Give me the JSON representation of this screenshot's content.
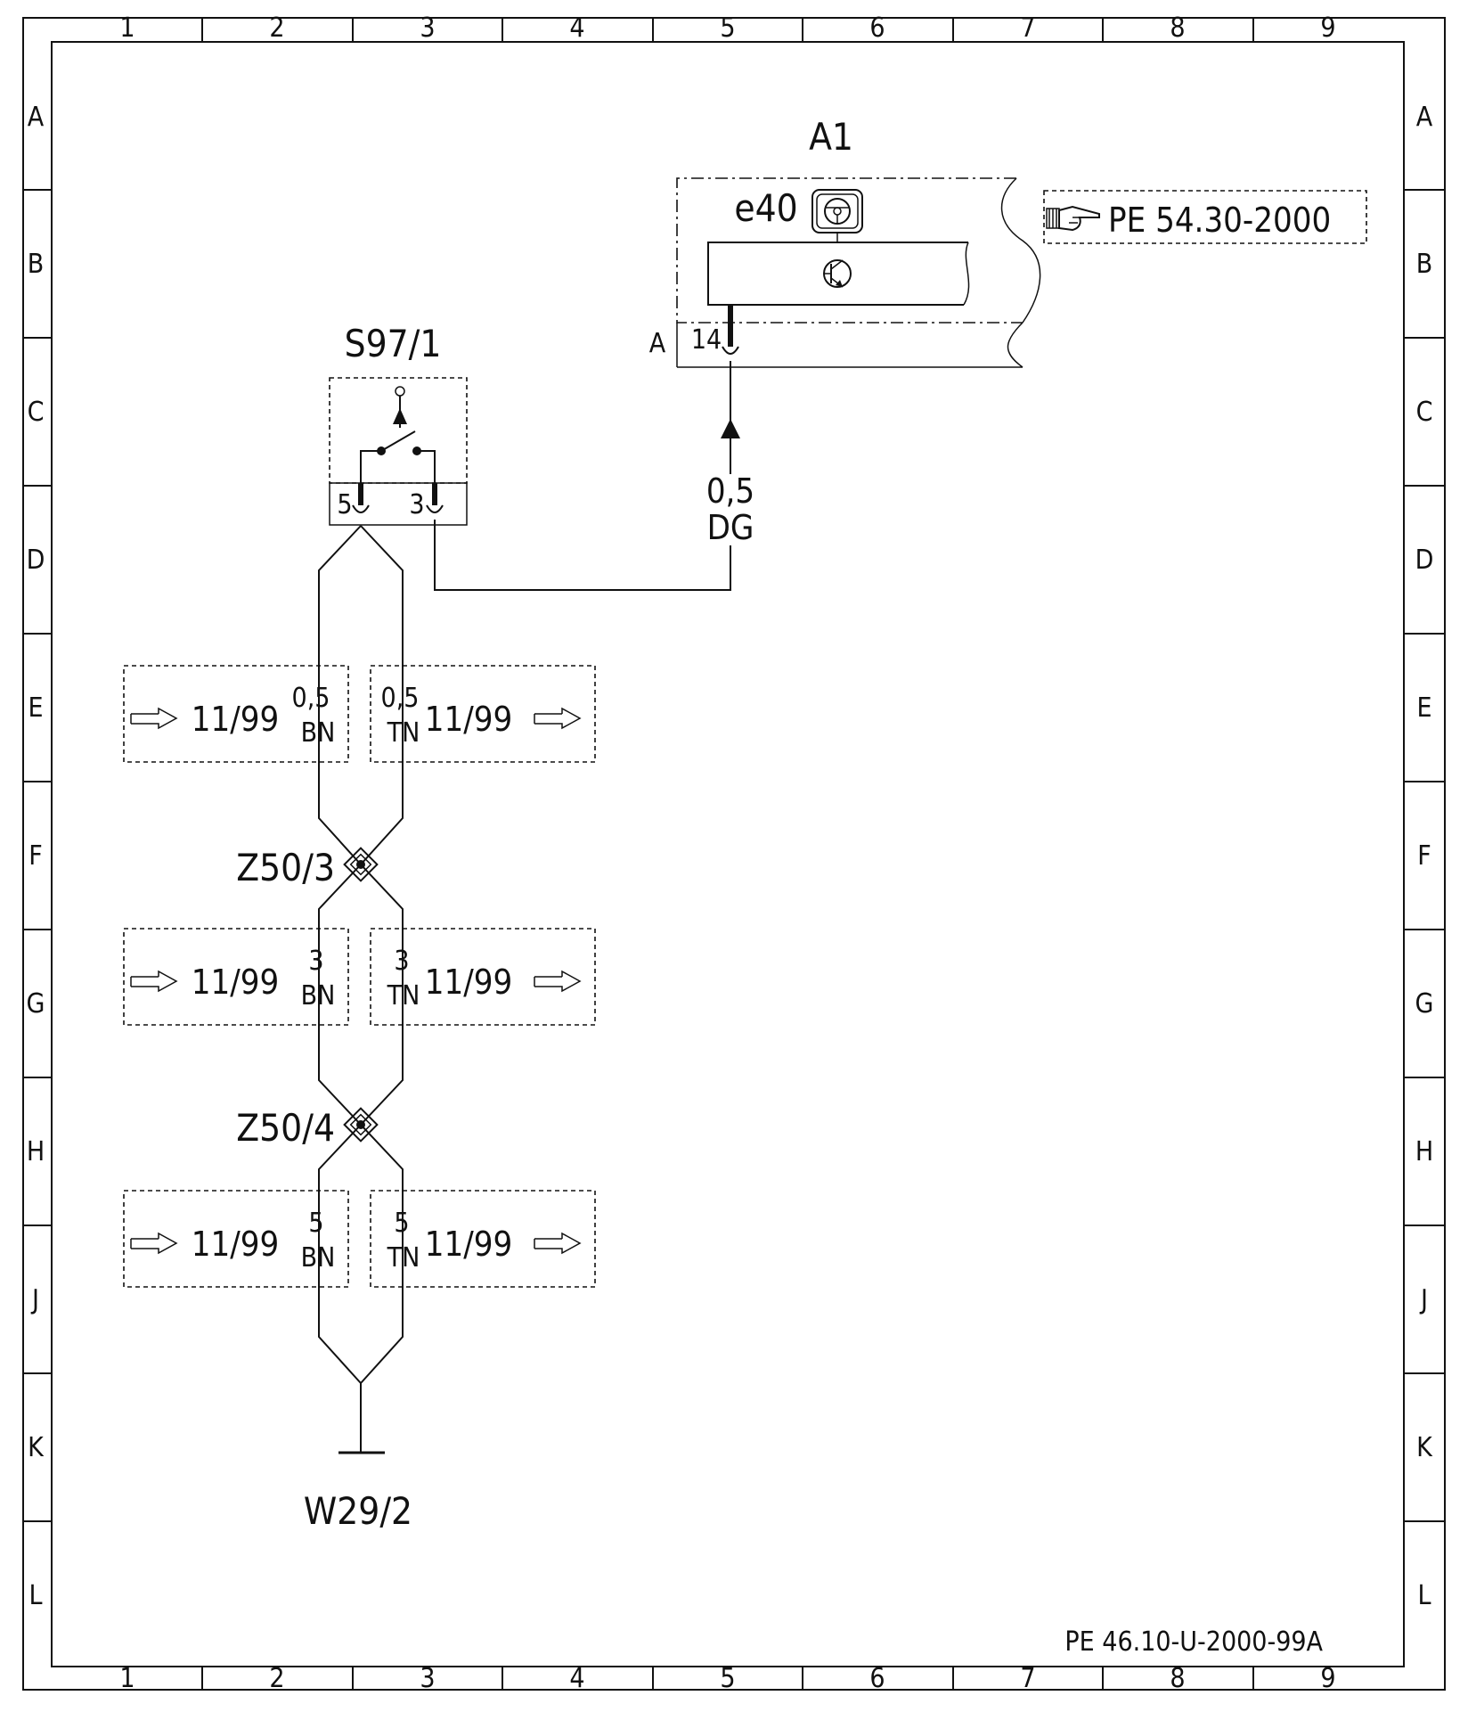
{
  "frame": {
    "columns": [
      "1",
      "2",
      "3",
      "4",
      "5",
      "6",
      "7",
      "8",
      "9"
    ],
    "rows": [
      "A",
      "B",
      "C",
      "D",
      "E",
      "F",
      "G",
      "H",
      "J",
      "K",
      "L"
    ]
  },
  "module": {
    "name": "A1",
    "indicator": "e40",
    "connector": "A",
    "pin": "14"
  },
  "reference": {
    "text": "PE 54.30-2000"
  },
  "switch": {
    "name": "S97/1",
    "pin_left": "5",
    "pin_right": "3"
  },
  "wire_dg": {
    "size": "0,5",
    "color": "DG"
  },
  "connector_boxes": [
    {
      "ref": "11/99",
      "size": "0,5",
      "color": "BN"
    },
    {
      "ref": "11/99",
      "size": "0,5",
      "color": "TN"
    },
    {
      "ref": "11/99",
      "size": "3",
      "color": "BN"
    },
    {
      "ref": "11/99",
      "size": "3",
      "color": "TN"
    },
    {
      "ref": "11/99",
      "size": "5",
      "color": "BN"
    },
    {
      "ref": "11/99",
      "size": "5",
      "color": "TN"
    }
  ],
  "splices": [
    "Z50/3",
    "Z50/4"
  ],
  "ground": {
    "name": "W29/2"
  },
  "drawing_number": "PE  46.10-U-2000-99A"
}
